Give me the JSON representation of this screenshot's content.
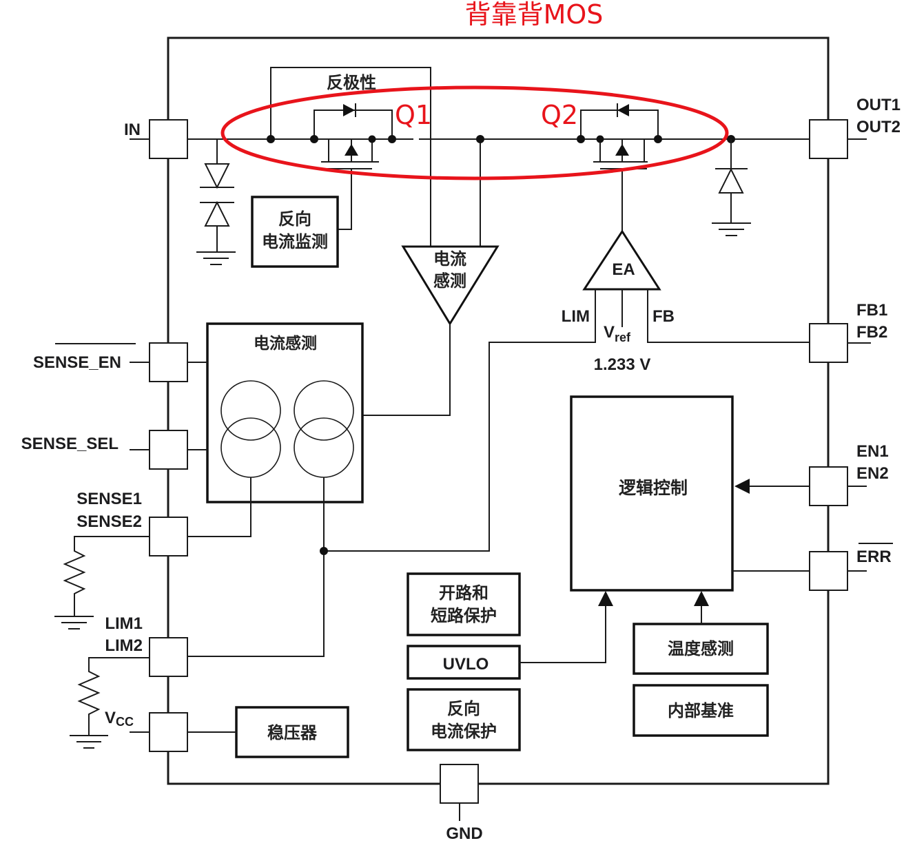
{
  "title": "背靠背MOS",
  "highlight_color": "#e8141b",
  "mosfets": {
    "q1": "Q1",
    "q2": "Q2",
    "polarity_label": "反极性"
  },
  "pins": {
    "in": "IN",
    "out_1": "OUT1",
    "out_2": "OUT2",
    "sense_en": "SENSE_EN",
    "sense_sel": "SENSE_SEL",
    "sense_1": "SENSE1",
    "sense_2": "SENSE2",
    "lim_1": "LIM1",
    "lim_2": "LIM2",
    "vcc_main": "V",
    "vcc_sub": "CC",
    "fb_1": "FB1",
    "fb_2": "FB2",
    "en_1": "EN1",
    "en_2": "EN2",
    "err": "ERR",
    "gnd": "GND"
  },
  "blocks": {
    "reverse_current_monitor": [
      "反向",
      "电流监测"
    ],
    "current_sense_amp": [
      "电流",
      "感测"
    ],
    "current_sense_block": "电流感测",
    "logic_control": "逻辑控制",
    "open_short_protection": [
      "开路和",
      "短路保护"
    ],
    "uvlo": "UVLO",
    "reverse_current_protection": [
      "反向",
      "电流保护"
    ],
    "temperature_sense": "温度感测",
    "internal_reference": "内部基准",
    "regulator": "稳压器"
  },
  "error_amp": {
    "label": "EA",
    "lim": "LIM",
    "fb": "FB",
    "vref_main": "V",
    "vref_sub": "ref",
    "vref_value": "1.233 V"
  }
}
